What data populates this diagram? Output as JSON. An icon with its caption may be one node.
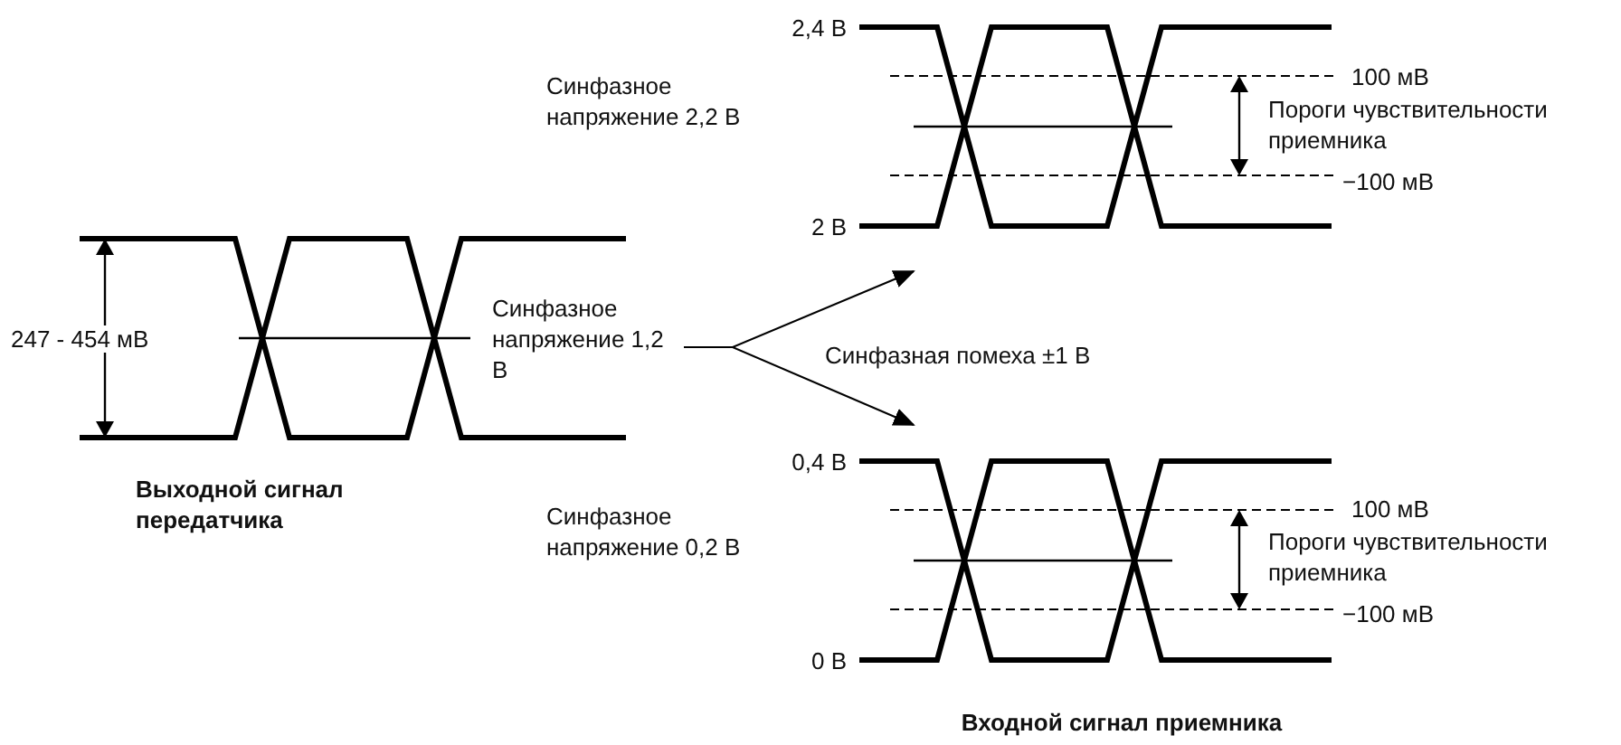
{
  "diagram": {
    "nodes": [
      {
        "text": [
          "Синфазное напряжение 1,2 В"
        ]
      },
      {
        "text": [],
        "shape": "picture"
      },
      {
        "text": [],
        "shape": "picture"
      }
    ],
    "edges": [
      {
        "from": 0,
        "to": 1,
        "arrow": "to"
      },
      {
        "from": 0,
        "to": 2,
        "arrow": "to"
      }
    ],
    "labels": [
      "2,4 В",
      "Синфазное напряжение 2,2 В",
      "100 мВ",
      "Пороги чувствительности приемника",
      "−100 мВ",
      "2 В",
      "247 - 454 мВ",
      "Синфазная помеха ±1 В",
      "0,4 В",
      "Выходной сигнал передатчика",
      "Синфазное напряжение 0,2 В",
      "100 мВ",
      "Пороги чувствительности приемника",
      "−100 мВ",
      "0 В",
      "Входной сигнал приемника"
    ]
  }
}
